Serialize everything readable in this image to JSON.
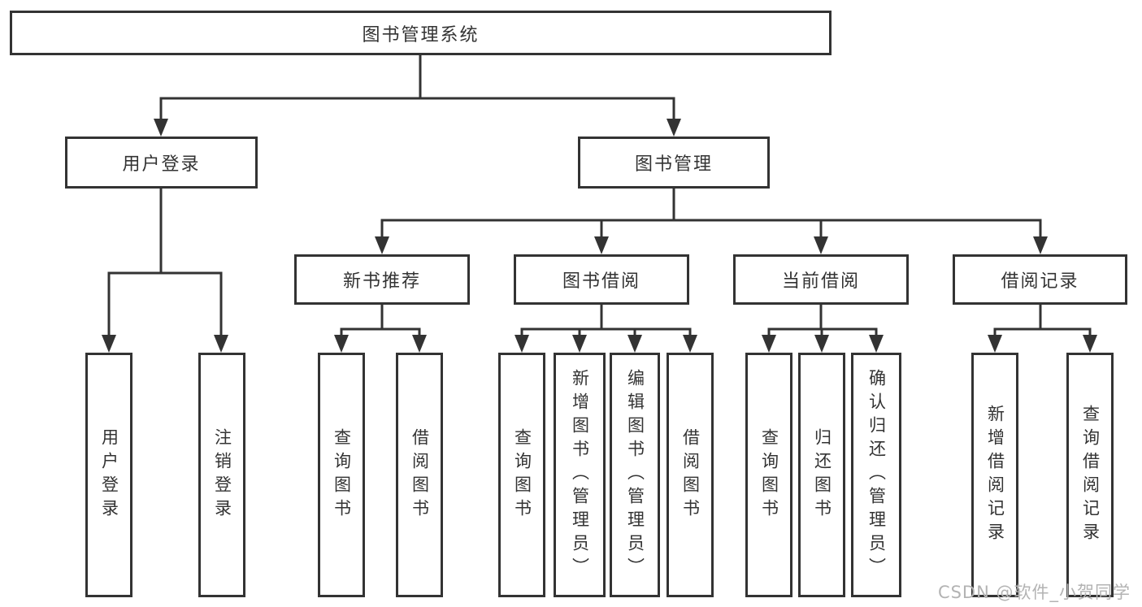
{
  "colors": {
    "line": "#333333",
    "text": "#333333",
    "box_background": "#ffffff",
    "page_background": "#ffffff",
    "watermark": "#b3b3b3"
  },
  "watermark": {
    "text": "CSDN @软件_小贺同学"
  },
  "tree": {
    "root": {
      "label": "图书管理系统"
    },
    "branches": [
      {
        "label": "用户登录",
        "children": [
          {
            "label": "用户登录"
          },
          {
            "label": "注销登录"
          }
        ]
      },
      {
        "label": "图书管理",
        "children": [
          {
            "label": "新书推荐",
            "children": [
              {
                "label": "查询图书"
              },
              {
                "label": "借阅图书"
              }
            ]
          },
          {
            "label": "图书借阅",
            "children": [
              {
                "label": "查询图书"
              },
              {
                "label": "新增图书（管理员）"
              },
              {
                "label": "编辑图书（管理员）"
              },
              {
                "label": "借阅图书"
              }
            ]
          },
          {
            "label": "当前借阅",
            "children": [
              {
                "label": "查询图书"
              },
              {
                "label": "归还图书"
              },
              {
                "label": "确认归还（管理员）"
              }
            ]
          },
          {
            "label": "借阅记录",
            "children": [
              {
                "label": "新增借阅记录"
              },
              {
                "label": "查询借阅记录"
              }
            ]
          }
        ]
      }
    ]
  }
}
